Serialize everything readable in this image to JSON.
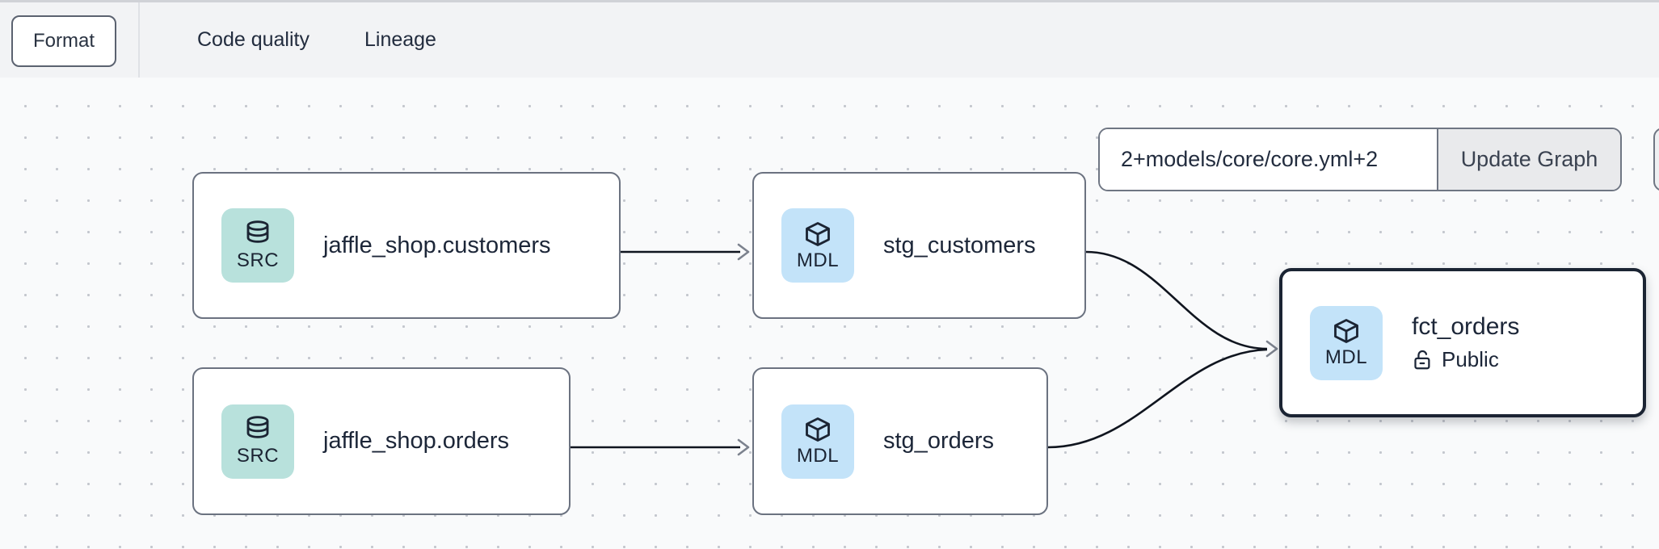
{
  "header": {
    "format_button": "Format",
    "tabs": [
      {
        "label": "Code quality",
        "active": false
      },
      {
        "label": "Lineage",
        "active": true
      }
    ]
  },
  "toolbar": {
    "selector_input": "2+models/core/core.yml+2",
    "update_button": "Update Graph"
  },
  "graph": {
    "nodes": [
      {
        "id": "jaffle_shop_customers",
        "type": "SRC",
        "icon": "database-icon",
        "title": "jaffle_shop.customers"
      },
      {
        "id": "stg_customers",
        "type": "MDL",
        "icon": "cube-icon",
        "title": "stg_customers"
      },
      {
        "id": "jaffle_shop_orders",
        "type": "SRC",
        "icon": "database-icon",
        "title": "jaffle_shop.orders"
      },
      {
        "id": "stg_orders",
        "type": "MDL",
        "icon": "cube-icon",
        "title": "stg_orders"
      },
      {
        "id": "fct_orders",
        "type": "MDL",
        "icon": "cube-icon",
        "title": "fct_orders",
        "access": "Public",
        "selected": true
      }
    ],
    "edges": [
      {
        "from": "jaffle_shop_customers",
        "to": "stg_customers"
      },
      {
        "from": "jaffle_shop_orders",
        "to": "stg_orders"
      },
      {
        "from": "stg_customers",
        "to": "fct_orders"
      },
      {
        "from": "stg_orders",
        "to": "fct_orders"
      }
    ]
  },
  "colors": {
    "header_bg": "#f2f3f5",
    "canvas_bg": "#f9fafb",
    "canvas_dot": "#c4c7ce",
    "src_badge": "#b8e1dc",
    "mdl_badge": "#c3e3f9",
    "node_border": "#6b7280",
    "selected_node_border": "#1b2433",
    "edge_line": "#10151f",
    "arrowhead": "#7c828e",
    "tab_underline": "#9aa0ab",
    "update_btn_bg": "#e9eaec",
    "text_dark": "#1c2638"
  }
}
